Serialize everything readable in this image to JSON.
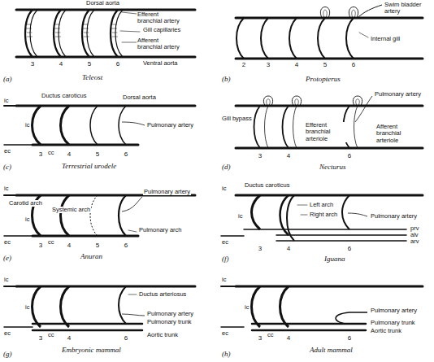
{
  "diagram": {
    "labels": [
      "Dorsal aorta",
      "Efferent branchial artery",
      "Gill capillaries",
      "Afferent branchial artery",
      "Ventral aorta",
      "3",
      "4",
      "5",
      "6",
      "Teleost",
      "(a)",
      "Swim bladder artery",
      "Internal gill",
      "2",
      "3",
      "4",
      "5",
      "6",
      "Protopterus",
      "(b)",
      "Ductus caroticus",
      "Dorsal aorta",
      "ic",
      "ic",
      "ec",
      "cc",
      "Pulmonary artery",
      "3",
      "4",
      "5",
      "6",
      "Terrestrial urodele",
      "(c)",
      "Pulmonary artery",
      "Gill bypass",
      "Efferent branchial arteriole",
      "Afferent branchial arteriole",
      "3",
      "4",
      "6",
      "Necturus",
      "(d)",
      "ic",
      "Carotid arch",
      "Systemic arch",
      "Pulmonary artery",
      "ic",
      "ec",
      "cc",
      "Pulmonary arch",
      "3",
      "4",
      "5",
      "6",
      "Anuran",
      "(e)",
      "Ductus caroticus",
      "ic",
      "ic",
      "ec",
      "Left arch",
      "Right arch",
      "Pulmonary artery",
      "prv",
      "alv",
      "arv",
      "3",
      "4",
      "6",
      "Iguana",
      "(f)",
      "ic",
      "ic",
      "ec",
      "cc",
      "Ductus arteriosus",
      "Pulmonary artery",
      "Pulmonary trunk",
      "Aortic trunk",
      "3",
      "4",
      "6",
      "Embryonic mammal",
      "(g)",
      "ic",
      "ic",
      "ec",
      "cc",
      "Pulmonary artery",
      "Pulmonary trunk",
      "Aortic trunk",
      "3",
      "4",
      "6",
      "Adult mammal",
      "(h)"
    ]
  }
}
